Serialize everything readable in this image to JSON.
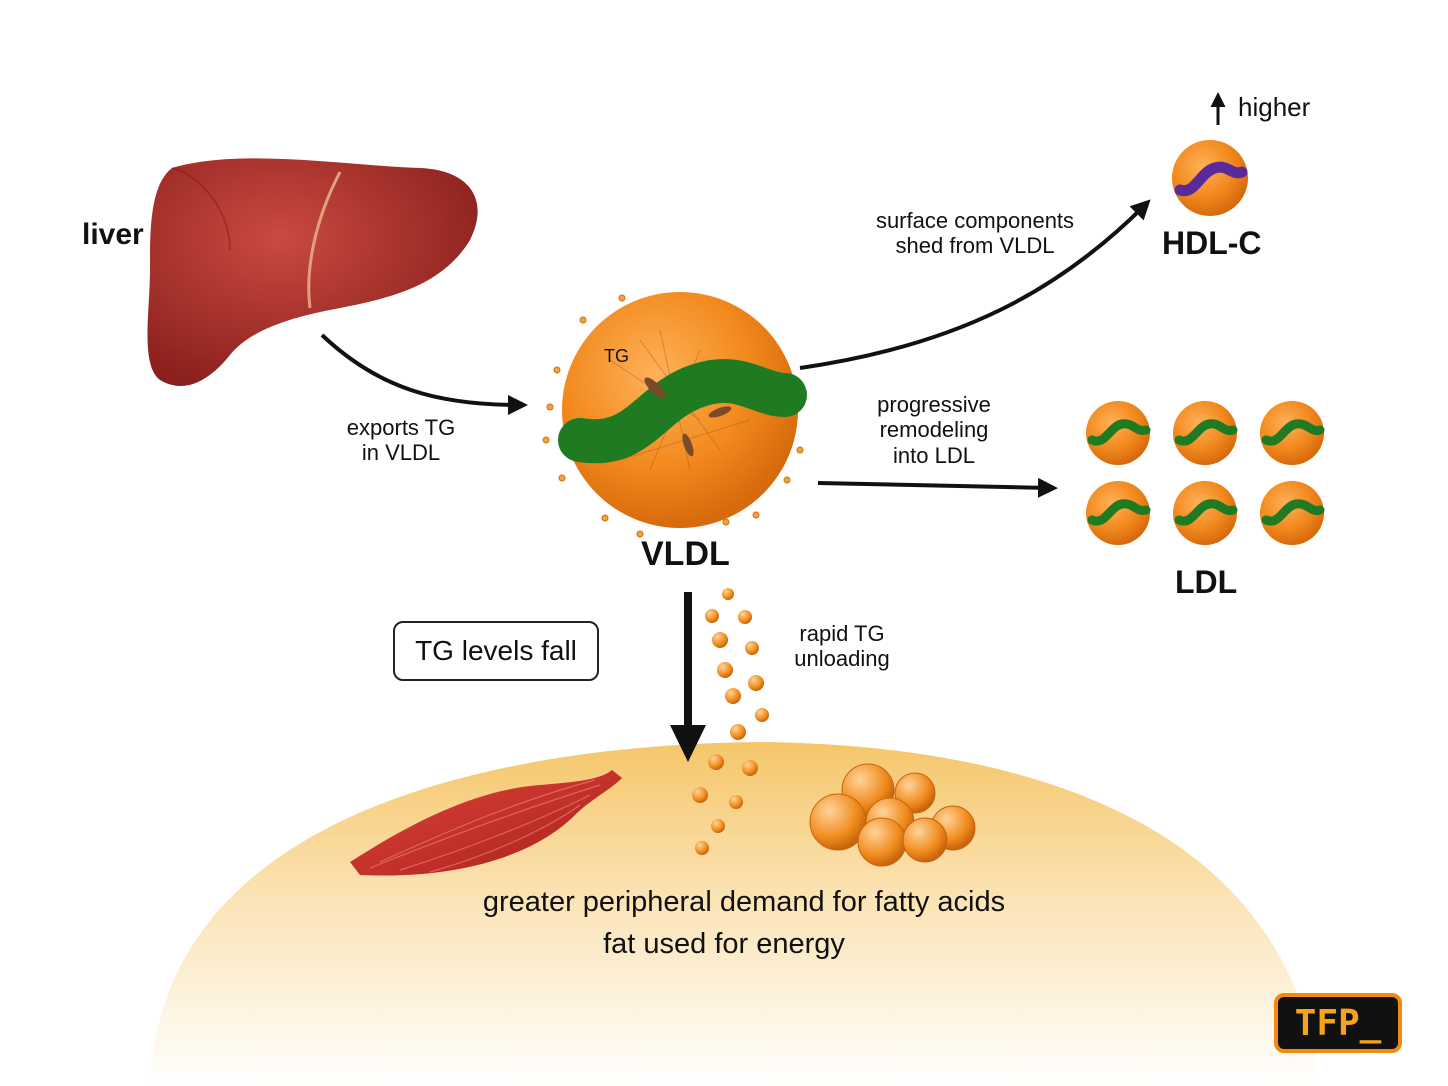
{
  "labels": {
    "liver": "liver",
    "exports": [
      "exports TG",
      "in VLDL"
    ],
    "vldl": "VLDL",
    "tg_inside": "TG",
    "surface": [
      "surface components",
      "shed from VLDL"
    ],
    "higher": "higher",
    "hdl": "HDL-C",
    "remodel": [
      "progressive",
      "remodeling",
      "into LDL"
    ],
    "ldl": "LDL",
    "tg_fall": "TG levels fall",
    "rapid": [
      "rapid TG",
      "unloading"
    ],
    "demand": "greater peripheral demand for fatty acids",
    "energy": "fat used for energy",
    "logo": "TFP_"
  },
  "icons": [
    "liver-organ",
    "vldl-particle",
    "hdl-particle",
    "ldl-particle",
    "muscle",
    "fat-droplets",
    "up-arrow"
  ],
  "colors": {
    "particle_orange": "#f08a1c",
    "apoprotein_green": "#1f7a22",
    "hdl_purple": "#5b2a9a",
    "liver_red": "#a8302a",
    "muscle_red": "#c8302a",
    "tissue_yellow": "#f7d48a",
    "logo_orange": "#f08a12"
  }
}
